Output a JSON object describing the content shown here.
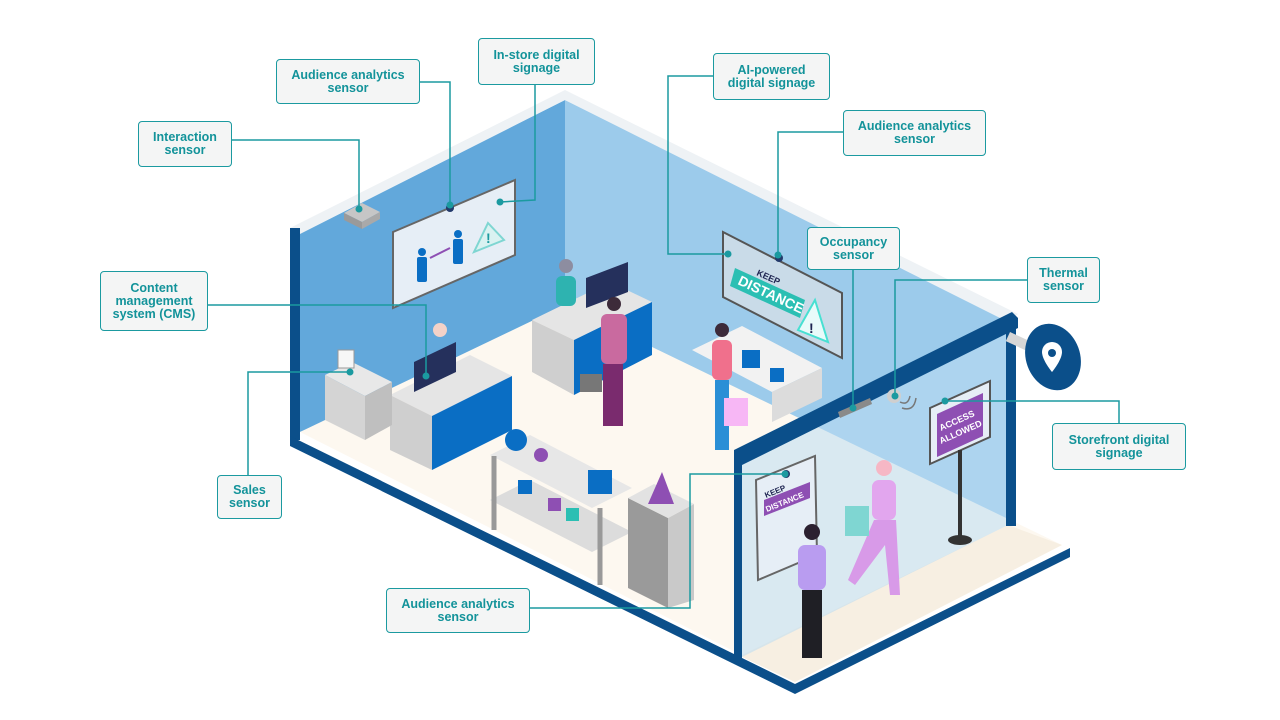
{
  "labels": {
    "interaction_sensor": "Interaction sensor",
    "audience_sensor_top": "Audience analytics sensor",
    "in_store_signage": "In-store digital signage",
    "cms": "Content management system (CMS)",
    "sales_sensor": "Sales sensor",
    "ai_signage": "AI-powered digital signage",
    "audience_sensor_right": "Audience analytics sensor",
    "occupancy_sensor": "Occupancy sensor",
    "thermal_sensor": "Thermal sensor",
    "storefront_signage": "Storefront digital signage",
    "audience_sensor_bottom": "Audience analytics sensor"
  },
  "signs": {
    "keep": "KEEP",
    "distance": "DISTANCE",
    "access": "ACCESS",
    "allowed": "ALLOWED",
    "exclamation": "!"
  },
  "colors": {
    "teal": "#1b9aa0",
    "dark_blue": "#0b4f8a",
    "wall_blue": "#62a8db",
    "wall_light": "#9ccbeb",
    "floor": "#fdf8f0",
    "purple": "#8e4fb3"
  }
}
